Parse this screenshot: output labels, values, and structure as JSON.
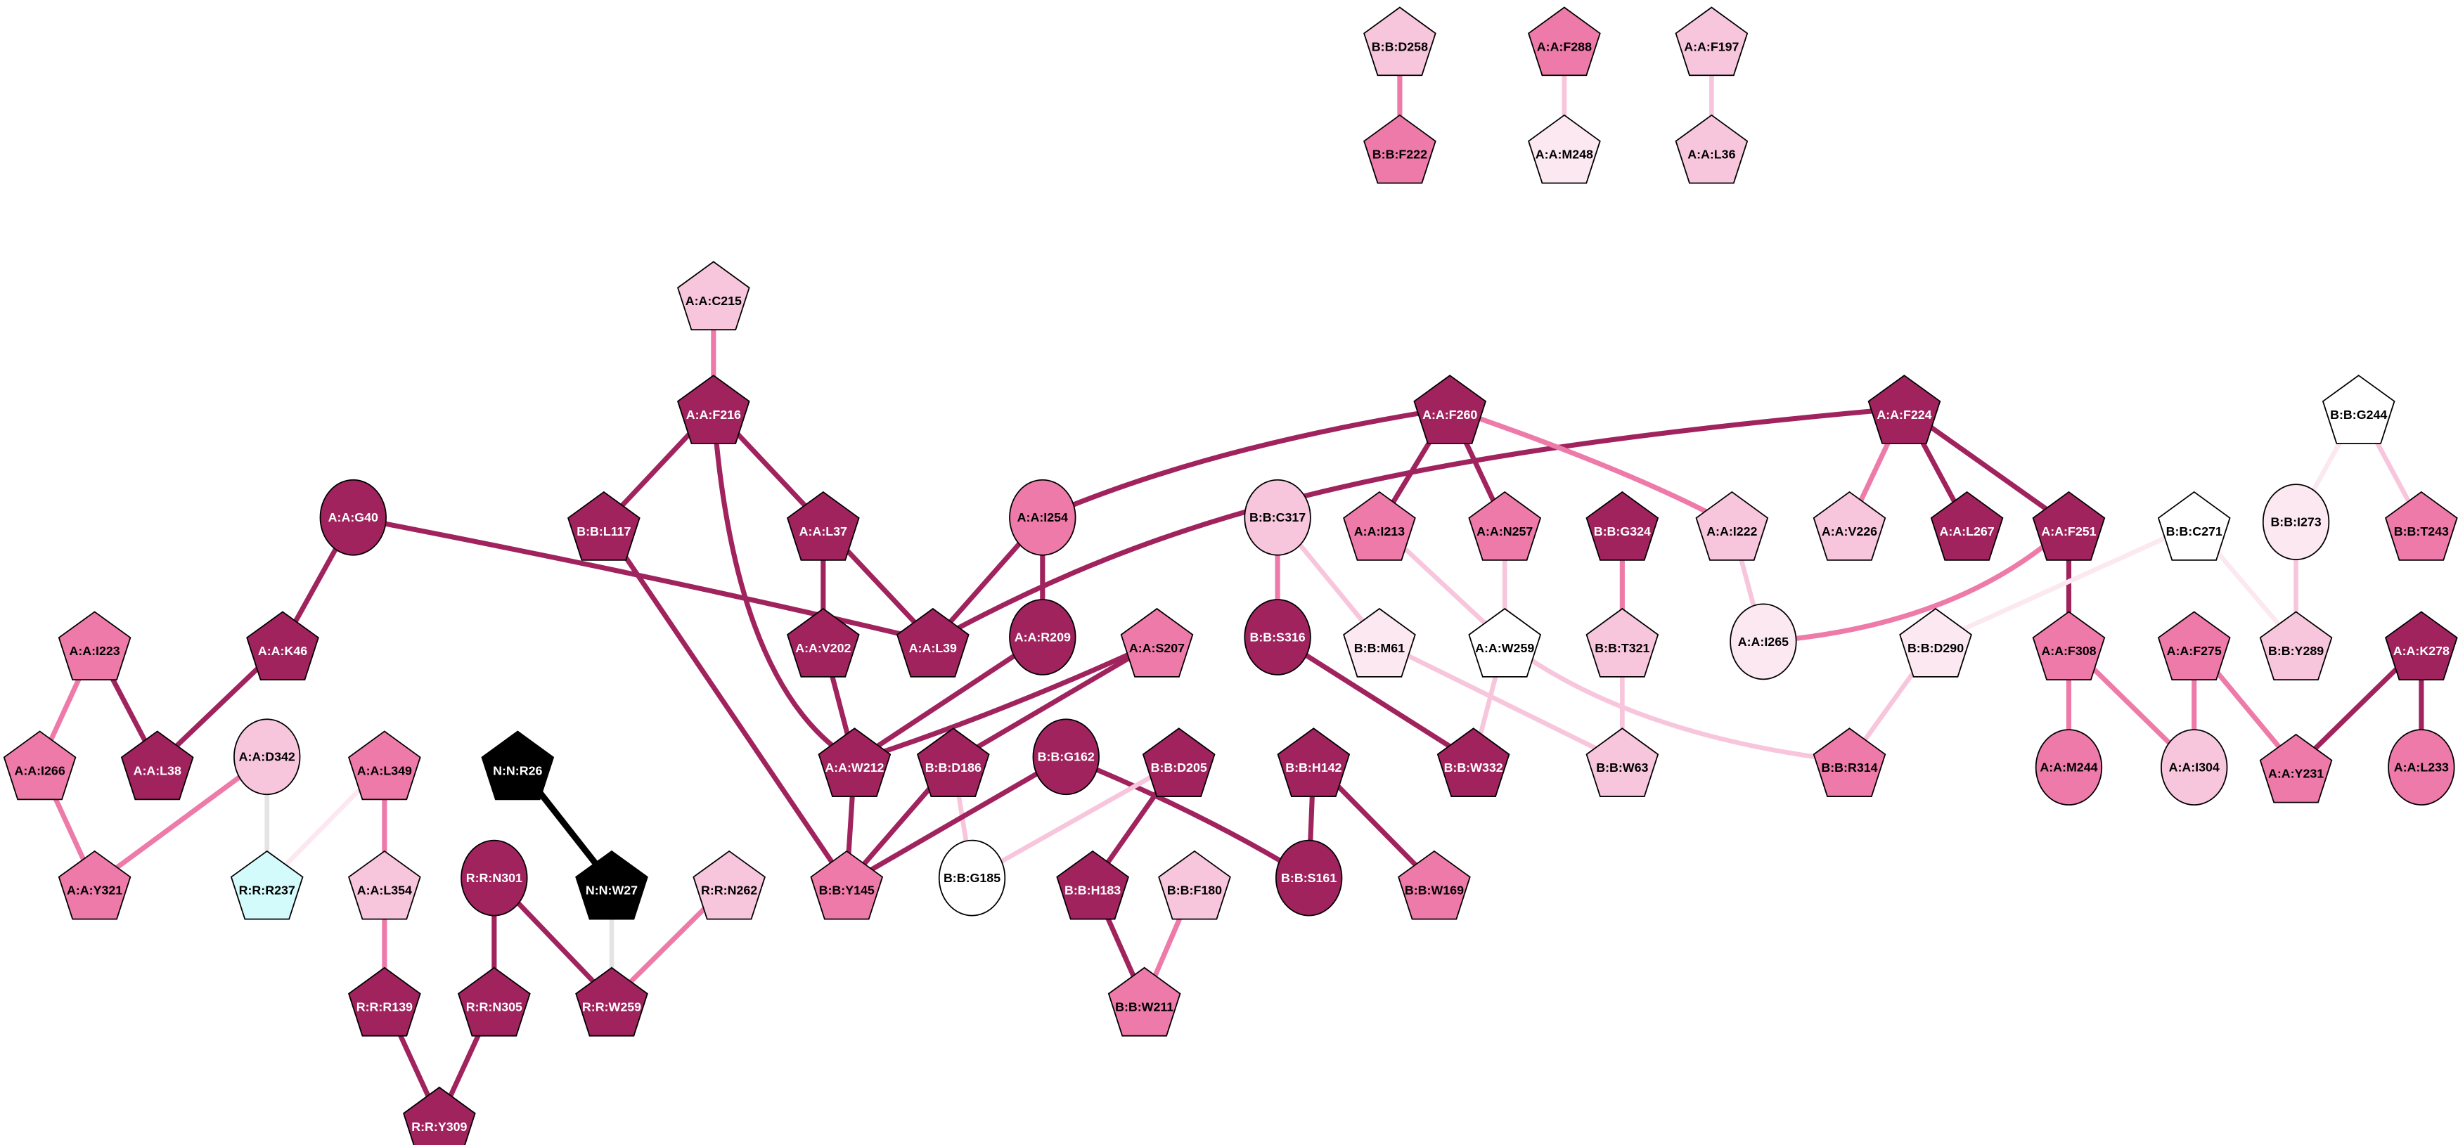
{
  "palette": {
    "dark": "#a0235e",
    "medium": "#ee7aa9",
    "pale": "#f8c6dc",
    "verypale": "#fce8f0",
    "white": "#ffffff",
    "cyan": "#d4fbfb",
    "black": "#000000",
    "gray": "#e4e4e4"
  },
  "nodes": [
    {
      "id": "BD258",
      "label": "B:B:D258",
      "shape": "pentagon",
      "tier": "pale"
    },
    {
      "id": "BF222",
      "label": "B:B:F222",
      "shape": "pentagon",
      "tier": "medium"
    },
    {
      "id": "AF288",
      "label": "A:A:F288",
      "shape": "pentagon",
      "tier": "medium"
    },
    {
      "id": "AM248",
      "label": "A:A:M248",
      "shape": "pentagon",
      "tier": "verypale"
    },
    {
      "id": "AF197",
      "label": "A:A:F197",
      "shape": "pentagon",
      "tier": "pale"
    },
    {
      "id": "AL36",
      "label": "A:A:L36",
      "shape": "pentagon",
      "tier": "pale"
    },
    {
      "id": "AC215",
      "label": "A:A:C215",
      "shape": "pentagon",
      "tier": "pale"
    },
    {
      "id": "AF216",
      "label": "A:A:F216",
      "shape": "pentagon",
      "tier": "dark"
    },
    {
      "id": "BL117",
      "label": "B:B:L117",
      "shape": "pentagon",
      "tier": "dark"
    },
    {
      "id": "AL37",
      "label": "A:A:L37",
      "shape": "pentagon",
      "tier": "dark"
    },
    {
      "id": "AG40",
      "label": "A:A:G40",
      "shape": "circle",
      "tier": "dark"
    },
    {
      "id": "AI254",
      "label": "A:A:I254",
      "shape": "circle",
      "tier": "medium"
    },
    {
      "id": "BC317",
      "label": "B:B:C317",
      "shape": "circle",
      "tier": "pale"
    },
    {
      "id": "AF260",
      "label": "A:A:F260",
      "shape": "pentagon",
      "tier": "dark"
    },
    {
      "id": "AI213",
      "label": "A:A:I213",
      "shape": "pentagon",
      "tier": "medium"
    },
    {
      "id": "AN257",
      "label": "A:A:N257",
      "shape": "pentagon",
      "tier": "medium"
    },
    {
      "id": "BG324",
      "label": "B:B:G324",
      "shape": "pentagon",
      "tier": "dark"
    },
    {
      "id": "AI222",
      "label": "A:A:I222",
      "shape": "pentagon",
      "tier": "pale"
    },
    {
      "id": "AF224",
      "label": "A:A:F224",
      "shape": "pentagon",
      "tier": "dark"
    },
    {
      "id": "AV226",
      "label": "A:A:V226",
      "shape": "pentagon",
      "tier": "pale"
    },
    {
      "id": "AL267",
      "label": "A:A:L267",
      "shape": "pentagon",
      "tier": "dark"
    },
    {
      "id": "AF251",
      "label": "A:A:F251",
      "shape": "pentagon",
      "tier": "dark"
    },
    {
      "id": "BC271",
      "label": "B:B:C271",
      "shape": "pentagon",
      "tier": "white"
    },
    {
      "id": "BG244",
      "label": "B:B:G244",
      "shape": "pentagon",
      "tier": "white"
    },
    {
      "id": "BI273",
      "label": "B:B:I273",
      "shape": "circle",
      "tier": "verypale"
    },
    {
      "id": "BT243",
      "label": "B:B:T243",
      "shape": "pentagon",
      "tier": "medium"
    },
    {
      "id": "AI223",
      "label": "A:A:I223",
      "shape": "pentagon",
      "tier": "medium"
    },
    {
      "id": "AK46",
      "label": "A:A:K46",
      "shape": "pentagon",
      "tier": "dark"
    },
    {
      "id": "AV202",
      "label": "A:A:V202",
      "shape": "pentagon",
      "tier": "dark"
    },
    {
      "id": "AL39",
      "label": "A:A:L39",
      "shape": "pentagon",
      "tier": "dark"
    },
    {
      "id": "AR209",
      "label": "A:A:R209",
      "shape": "circle",
      "tier": "dark"
    },
    {
      "id": "AS207",
      "label": "A:A:S207",
      "shape": "pentagon",
      "tier": "medium"
    },
    {
      "id": "BS316",
      "label": "B:B:S316",
      "shape": "circle",
      "tier": "dark"
    },
    {
      "id": "BM61",
      "label": "B:B:M61",
      "shape": "pentagon",
      "tier": "verypale"
    },
    {
      "id": "AW259",
      "label": "A:A:W259",
      "shape": "pentagon",
      "tier": "white"
    },
    {
      "id": "BT321",
      "label": "B:B:T321",
      "shape": "pentagon",
      "tier": "pale"
    },
    {
      "id": "AI265",
      "label": "A:A:I265",
      "shape": "circle",
      "tier": "verypale"
    },
    {
      "id": "BD290",
      "label": "B:B:D290",
      "shape": "pentagon",
      "tier": "verypale"
    },
    {
      "id": "AF308",
      "label": "A:A:F308",
      "shape": "pentagon",
      "tier": "medium"
    },
    {
      "id": "AF275",
      "label": "A:A:F275",
      "shape": "pentagon",
      "tier": "medium"
    },
    {
      "id": "BY289",
      "label": "B:B:Y289",
      "shape": "pentagon",
      "tier": "pale"
    },
    {
      "id": "AK278",
      "label": "A:A:K278",
      "shape": "pentagon",
      "tier": "dark"
    },
    {
      "id": "AI266",
      "label": "A:A:I266",
      "shape": "pentagon",
      "tier": "medium"
    },
    {
      "id": "AL38",
      "label": "A:A:L38",
      "shape": "pentagon",
      "tier": "dark"
    },
    {
      "id": "AD342",
      "label": "A:A:D342",
      "shape": "circle",
      "tier": "pale"
    },
    {
      "id": "AL349",
      "label": "A:A:L349",
      "shape": "pentagon",
      "tier": "medium"
    },
    {
      "id": "NR26",
      "label": "N:N:R26",
      "shape": "pentagon",
      "tier": "black"
    },
    {
      "id": "AW212",
      "label": "A:A:W212",
      "shape": "pentagon",
      "tier": "dark"
    },
    {
      "id": "BD186",
      "label": "B:B:D186",
      "shape": "pentagon",
      "tier": "dark"
    },
    {
      "id": "BG162",
      "label": "B:B:G162",
      "shape": "circle",
      "tier": "dark"
    },
    {
      "id": "BD205",
      "label": "B:B:D205",
      "shape": "pentagon",
      "tier": "dark"
    },
    {
      "id": "BH142",
      "label": "B:B:H142",
      "shape": "pentagon",
      "tier": "dark"
    },
    {
      "id": "BW332",
      "label": "B:B:W332",
      "shape": "pentagon",
      "tier": "dark"
    },
    {
      "id": "BW63",
      "label": "B:B:W63",
      "shape": "pentagon",
      "tier": "pale"
    },
    {
      "id": "BR314",
      "label": "B:B:R314",
      "shape": "pentagon",
      "tier": "medium"
    },
    {
      "id": "AM244",
      "label": "A:A:M244",
      "shape": "circle",
      "tier": "medium"
    },
    {
      "id": "AI304",
      "label": "A:A:I304",
      "shape": "circle",
      "tier": "pale"
    },
    {
      "id": "AY231",
      "label": "A:A:Y231",
      "shape": "pentagon",
      "tier": "medium"
    },
    {
      "id": "AL233",
      "label": "A:A:L233",
      "shape": "circle",
      "tier": "medium"
    },
    {
      "id": "AY321",
      "label": "A:A:Y321",
      "shape": "pentagon",
      "tier": "medium"
    },
    {
      "id": "RR237",
      "label": "R:R:R237",
      "shape": "pentagon",
      "tier": "cyan"
    },
    {
      "id": "AL354",
      "label": "A:A:L354",
      "shape": "pentagon",
      "tier": "pale"
    },
    {
      "id": "RN301",
      "label": "R:R:N301",
      "shape": "circle",
      "tier": "dark"
    },
    {
      "id": "NW27",
      "label": "N:N:W27",
      "shape": "pentagon",
      "tier": "black"
    },
    {
      "id": "RN262",
      "label": "R:R:N262",
      "shape": "pentagon",
      "tier": "pale"
    },
    {
      "id": "BY145",
      "label": "B:B:Y145",
      "shape": "pentagon",
      "tier": "medium"
    },
    {
      "id": "BG185",
      "label": "B:B:G185",
      "shape": "circle",
      "tier": "white"
    },
    {
      "id": "BH183",
      "label": "B:B:H183",
      "shape": "pentagon",
      "tier": "dark"
    },
    {
      "id": "BF180",
      "label": "B:B:F180",
      "shape": "pentagon",
      "tier": "pale"
    },
    {
      "id": "BS161",
      "label": "B:B:S161",
      "shape": "circle",
      "tier": "dark"
    },
    {
      "id": "BW169",
      "label": "B:B:W169",
      "shape": "pentagon",
      "tier": "medium"
    },
    {
      "id": "RR139",
      "label": "R:R:R139",
      "shape": "pentagon",
      "tier": "dark"
    },
    {
      "id": "RN305",
      "label": "R:R:N305",
      "shape": "pentagon",
      "tier": "dark"
    },
    {
      "id": "RW259",
      "label": "R:R:W259",
      "shape": "pentagon",
      "tier": "dark"
    },
    {
      "id": "BW211",
      "label": "B:B:W211",
      "shape": "pentagon",
      "tier": "medium"
    },
    {
      "id": "RY309",
      "label": "R:R:Y309",
      "shape": "pentagon",
      "tier": "dark"
    }
  ],
  "edges": [
    {
      "from": "BD258",
      "to": "BF222",
      "tier": "medium"
    },
    {
      "from": "AF288",
      "to": "AM248",
      "tier": "pale"
    },
    {
      "from": "AF197",
      "to": "AL36",
      "tier": "pale"
    },
    {
      "from": "AC215",
      "to": "AF216",
      "tier": "medium"
    },
    {
      "from": "AF216",
      "to": "BL117",
      "tier": "dark"
    },
    {
      "from": "AF216",
      "to": "AL37",
      "tier": "dark"
    },
    {
      "from": "AF216",
      "to": "AW212",
      "tier": "dark"
    },
    {
      "from": "BL117",
      "to": "BY145",
      "tier": "dark"
    },
    {
      "from": "AL37",
      "to": "AV202",
      "tier": "dark"
    },
    {
      "from": "AL37",
      "to": "AL39",
      "tier": "dark"
    },
    {
      "from": "AG40",
      "to": "AK46",
      "tier": "dark"
    },
    {
      "from": "AG40",
      "to": "AL39",
      "tier": "dark"
    },
    {
      "from": "AK46",
      "to": "AL38",
      "tier": "dark"
    },
    {
      "from": "AI223",
      "to": "AI266",
      "tier": "medium"
    },
    {
      "from": "AI223",
      "to": "AL38",
      "tier": "dark"
    },
    {
      "from": "AI266",
      "to": "AY321",
      "tier": "medium"
    },
    {
      "from": "AD342",
      "to": "AY321",
      "tier": "medium"
    },
    {
      "from": "AD342",
      "to": "RR237",
      "tier": "gray"
    },
    {
      "from": "AL349",
      "to": "RR237",
      "tier": "verypale"
    },
    {
      "from": "AL349",
      "to": "AL354",
      "tier": "medium"
    },
    {
      "from": "AL354",
      "to": "RR139",
      "tier": "medium"
    },
    {
      "from": "RR139",
      "to": "RY309",
      "tier": "dark"
    },
    {
      "from": "RN305",
      "to": "RY309",
      "tier": "dark"
    },
    {
      "from": "RN301",
      "to": "RN305",
      "tier": "dark"
    },
    {
      "from": "RN301",
      "to": "RW259",
      "tier": "dark"
    },
    {
      "from": "NR26",
      "to": "NW27",
      "tier": "black"
    },
    {
      "from": "NW27",
      "to": "RW259",
      "tier": "gray"
    },
    {
      "from": "RN262",
      "to": "RW259",
      "tier": "medium"
    },
    {
      "from": "AI254",
      "to": "AL39",
      "tier": "dark"
    },
    {
      "from": "AI254",
      "to": "AR209",
      "tier": "dark"
    },
    {
      "from": "AI254",
      "to": "AF260",
      "tier": "dark"
    },
    {
      "from": "AF224",
      "to": "AL39",
      "tier": "dark"
    },
    {
      "from": "AV202",
      "to": "AW212",
      "tier": "dark"
    },
    {
      "from": "AR209",
      "to": "AW212",
      "tier": "dark"
    },
    {
      "from": "AS207",
      "to": "AW212",
      "tier": "dark"
    },
    {
      "from": "AS207",
      "to": "BD186",
      "tier": "dark"
    },
    {
      "from": "AW212",
      "to": "BY145",
      "tier": "dark"
    },
    {
      "from": "BD186",
      "to": "BY145",
      "tier": "dark"
    },
    {
      "from": "BD186",
      "to": "BG185",
      "tier": "pale"
    },
    {
      "from": "BG162",
      "to": "BY145",
      "tier": "dark"
    },
    {
      "from": "BG162",
      "to": "BS161",
      "tier": "dark"
    },
    {
      "from": "BD205",
      "to": "BG185",
      "tier": "pale"
    },
    {
      "from": "BD205",
      "to": "BH183",
      "tier": "dark"
    },
    {
      "from": "BH183",
      "to": "BW211",
      "tier": "dark"
    },
    {
      "from": "BF180",
      "to": "BW211",
      "tier": "medium"
    },
    {
      "from": "BH142",
      "to": "BS161",
      "tier": "dark"
    },
    {
      "from": "BH142",
      "to": "BW169",
      "tier": "dark"
    },
    {
      "from": "BC317",
      "to": "BS316",
      "tier": "medium"
    },
    {
      "from": "BC317",
      "to": "BM61",
      "tier": "pale"
    },
    {
      "from": "BS316",
      "to": "BW332",
      "tier": "dark"
    },
    {
      "from": "AF260",
      "to": "AI213",
      "tier": "dark"
    },
    {
      "from": "AF260",
      "to": "AN257",
      "tier": "dark"
    },
    {
      "from": "AF260",
      "to": "AI222",
      "tier": "medium"
    },
    {
      "from": "AI213",
      "to": "AW259",
      "tier": "pale"
    },
    {
      "from": "AN257",
      "to": "AW259",
      "tier": "pale"
    },
    {
      "from": "AW259",
      "to": "BW332",
      "tier": "pale"
    },
    {
      "from": "AW259",
      "to": "BR314",
      "tier": "pale"
    },
    {
      "from": "BM61",
      "to": "BW63",
      "tier": "pale"
    },
    {
      "from": "BG324",
      "to": "BT321",
      "tier": "medium"
    },
    {
      "from": "BT321",
      "to": "BW63",
      "tier": "pale"
    },
    {
      "from": "AI222",
      "to": "AI265",
      "tier": "pale"
    },
    {
      "from": "AF224",
      "to": "AV226",
      "tier": "medium"
    },
    {
      "from": "AF224",
      "to": "AL267",
      "tier": "dark"
    },
    {
      "from": "AF224",
      "to": "AF251",
      "tier": "dark"
    },
    {
      "from": "AF251",
      "to": "AI265",
      "tier": "medium"
    },
    {
      "from": "AF251",
      "to": "AF308",
      "tier": "dark"
    },
    {
      "from": "BC271",
      "to": "BD290",
      "tier": "verypale"
    },
    {
      "from": "BC271",
      "to": "BY289",
      "tier": "verypale"
    },
    {
      "from": "BD290",
      "to": "BR314",
      "tier": "pale"
    },
    {
      "from": "BG244",
      "to": "BI273",
      "tier": "verypale"
    },
    {
      "from": "BG244",
      "to": "BT243",
      "tier": "pale"
    },
    {
      "from": "BI273",
      "to": "BY289",
      "tier": "pale"
    },
    {
      "from": "AF308",
      "to": "AM244",
      "tier": "medium"
    },
    {
      "from": "AF308",
      "to": "AI304",
      "tier": "medium"
    },
    {
      "from": "AF275",
      "to": "AI304",
      "tier": "medium"
    },
    {
      "from": "AF275",
      "to": "AY231",
      "tier": "medium"
    },
    {
      "from": "AK278",
      "to": "AY231",
      "tier": "dark"
    },
    {
      "from": "AK278",
      "to": "AL233",
      "tier": "dark"
    }
  ]
}
